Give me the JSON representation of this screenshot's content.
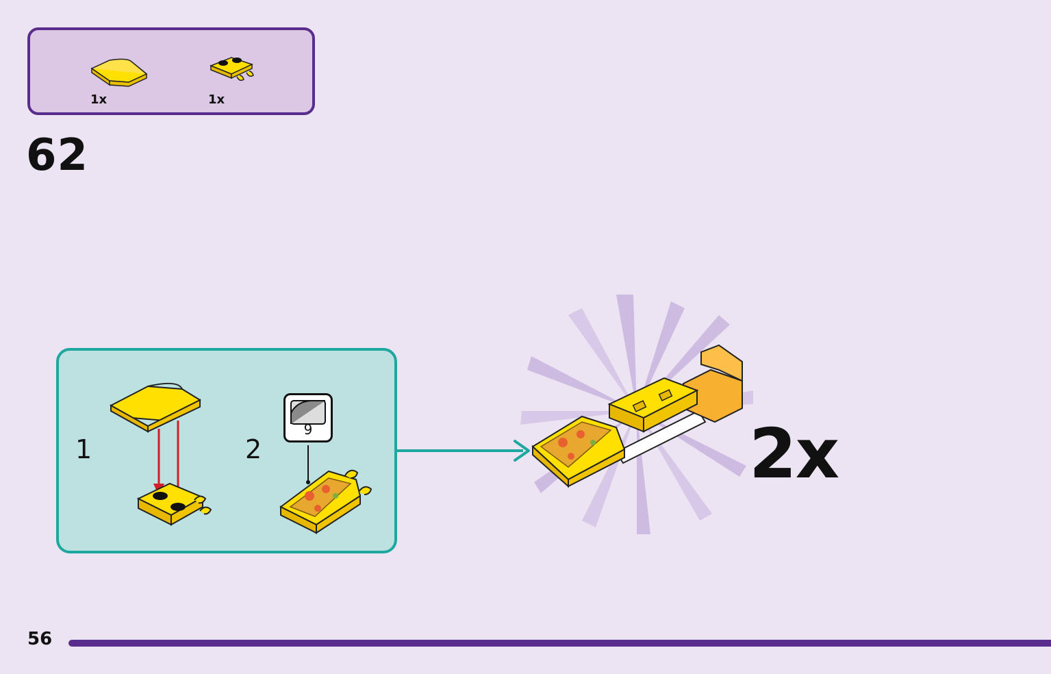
{
  "parts_list": {
    "items": [
      {
        "name": "yellow-curved-slope",
        "qty": "1x"
      },
      {
        "name": "yellow-plate-with-clips",
        "qty": "1x"
      }
    ]
  },
  "step": {
    "number": "62"
  },
  "substeps": [
    {
      "number": "1"
    },
    {
      "number": "2",
      "sticker": "9"
    }
  ],
  "result": {
    "multiplier": "2x"
  },
  "page": {
    "number": "56"
  },
  "colors": {
    "background": "#ECE4F2",
    "parts_box_fill": "#DCC8E4",
    "accent_purple": "#5A2D8C",
    "substep_fill": "#BCE1E0",
    "substep_border": "#1EA79F",
    "brick_yellow": "#FFE000",
    "arrow_red": "#D0202A"
  }
}
